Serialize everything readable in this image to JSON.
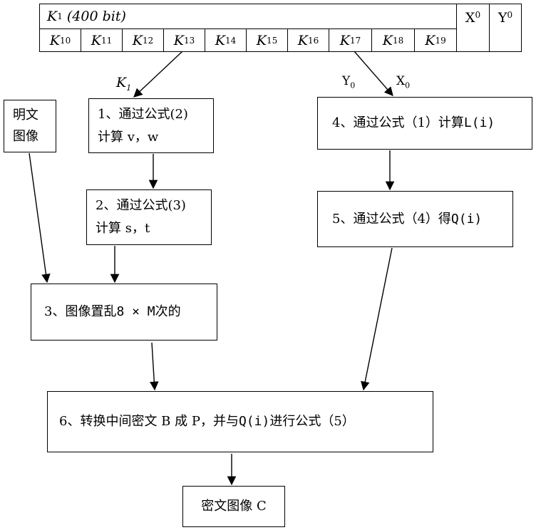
{
  "key_table": {
    "header": {
      "base": "K",
      "sub": "1",
      "rest": " (400 bit)"
    },
    "x0": {
      "base": "X",
      "sub": "0"
    },
    "y0": {
      "base": "Y",
      "sub": "0"
    },
    "subkeys": [
      {
        "base": "K",
        "sub": "10"
      },
      {
        "base": "K",
        "sub": "11"
      },
      {
        "base": "K",
        "sub": "12"
      },
      {
        "base": "K",
        "sub": "13"
      },
      {
        "base": "K",
        "sub": "14"
      },
      {
        "base": "K",
        "sub": "15"
      },
      {
        "base": "K",
        "sub": "16"
      },
      {
        "base": "K",
        "sub": "17"
      },
      {
        "base": "K",
        "sub": "18"
      },
      {
        "base": "K",
        "sub": "19"
      }
    ]
  },
  "arrow_labels": {
    "k1": {
      "base": "K",
      "sub": "1"
    },
    "y0": {
      "base": "Y",
      "sub": "0"
    },
    "x0": {
      "base": "X",
      "sub": "0"
    }
  },
  "boxes": {
    "plaintext": {
      "line1": "明文",
      "line2": "图像"
    },
    "step1": {
      "line1": "1、通过公式(2)",
      "line2": "计算 v，w"
    },
    "step2": {
      "line1": "2、通过公式(3)",
      "line2": "计算 s，t"
    },
    "step3": {
      "prefix": "3、图像置乱",
      "formula": "8 × M",
      "suffix": "次的"
    },
    "step4": {
      "prefix": "4、通过公式（1）计算",
      "formula": "L(i)"
    },
    "step5": {
      "prefix": "5、通过公式（4）得",
      "formula": "Q(i)"
    },
    "step6": {
      "prefix": "6、转换中间密文 B 成 P，并与",
      "formula": "Q(i)",
      "suffix": "进行公式（5）"
    },
    "ciphertext": {
      "text": "密文图像 C"
    }
  }
}
